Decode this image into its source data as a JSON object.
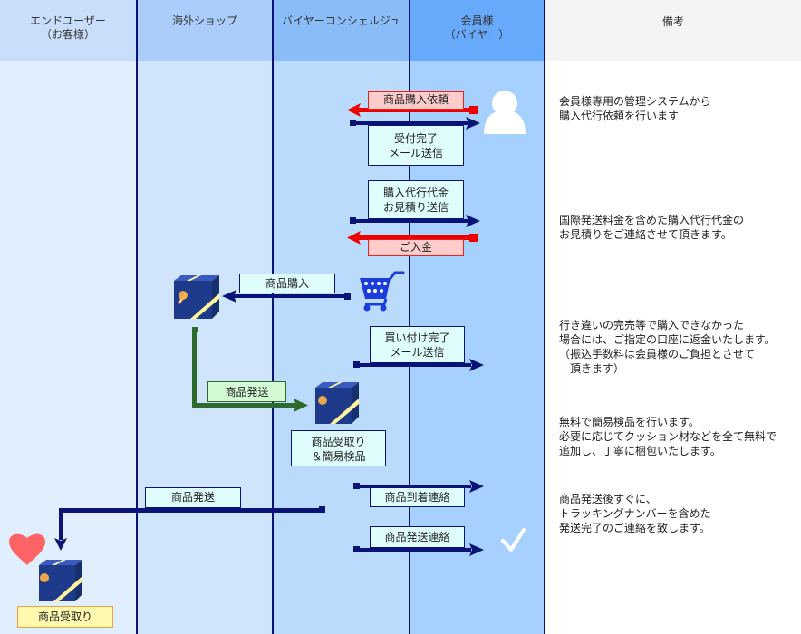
{
  "columns": [
    {
      "id": "end-user",
      "title": "エンドユーザー\n（お客様）"
    },
    {
      "id": "overseas-shop",
      "title": "海外ショップ"
    },
    {
      "id": "buyer-concierge",
      "title": "バイヤーコンシェルジュ"
    },
    {
      "id": "member",
      "title": "会員様\n（バイヤー）"
    },
    {
      "id": "remarks",
      "title": "備考"
    }
  ],
  "steps": {
    "purchase_request": "商品購入依頼",
    "acceptance_mail": "受付完了\nメール送信",
    "estimate": "購入代行代金\nお見積り送信",
    "payment": "ご入金",
    "product_purchase": "商品購入",
    "buy_complete_mail": "買い付け完了\nメール送信",
    "shop_shipment": "商品発送",
    "receive_inspect": "商品受取り\n＆簡易検品",
    "arrival_notice": "商品到着連絡",
    "customer_shipment": "商品発送",
    "shipment_notice": "商品発送連絡",
    "customer_receive": "商品受取り"
  },
  "notes": [
    "会員様専用の管理システムから\n購入代行依頼を行います",
    "国際発送料金を含めた購入代行代金の\nお見積りをご連絡させて頂きます。",
    "行き違いの完売等で購入できなかった\n場合には、ご指定の口座に返金いたします。\n（振込手数料は会員様のご負担とさせて\n　頂きます）",
    "無料で簡易検品を行います。\n必要に応じてクッション材などを全て無料で\n追加し、丁寧に梱包いたします。",
    "商品発送後すぐに、\nトラッキングナンバーを含めた\n発送完了のご連絡を致します。"
  ],
  "icons": {
    "member": "user-icon",
    "cart": "shopping-cart-icon",
    "package": "gift-box-icon",
    "heart": "heart-icon",
    "check": "checkmark-icon"
  },
  "colors": {
    "arrow_navy": "#0b1476",
    "arrow_red": "#ee0000",
    "arrow_green": "#2e6a2e",
    "heart": "#fe6466",
    "box_ribbon": "#fff59a"
  }
}
